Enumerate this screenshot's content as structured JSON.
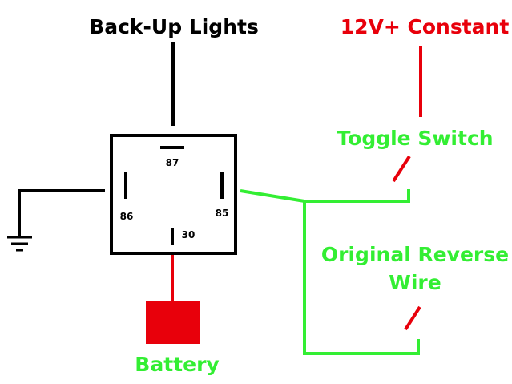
{
  "labels": {
    "back_up_lights": "Back-Up Lights",
    "constant_12v": "12V+ Constant",
    "toggle_switch": "Toggle Switch",
    "original_reverse_line1": "Original Reverse",
    "original_reverse_line2": "Wire",
    "battery": "Battery"
  },
  "relay": {
    "pin_87": "87",
    "pin_86": "86",
    "pin_85": "85",
    "pin_30": "30"
  },
  "colors": {
    "black_wire": "#000000",
    "red_wire": "#e8000b",
    "green_wire": "#33ee33",
    "battery_fill": "#e8000b"
  }
}
